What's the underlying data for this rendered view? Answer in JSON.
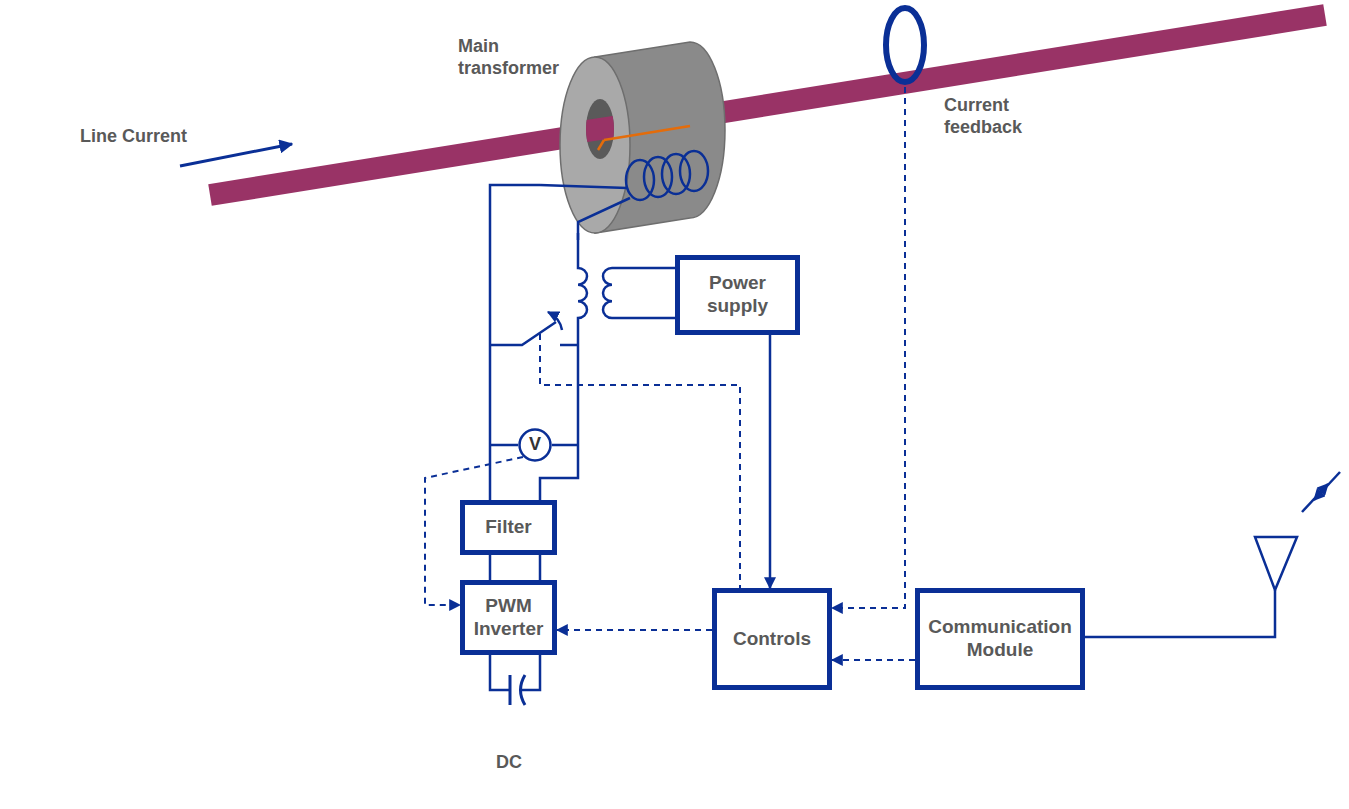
{
  "diagram": {
    "nodes": [
      {
        "text": [
          "Main transformer"
        ]
      },
      {
        "text": [
          "Current feedback"
        ]
      },
      {
        "text": [
          "Power supply"
        ]
      },
      {
        "text": [
          "V"
        ]
      },
      {
        "text": [
          "Filter"
        ]
      },
      {
        "text": [
          "PWM Inverter"
        ]
      },
      {
        "text": [
          "Controls"
        ]
      },
      {
        "text": [
          "Communication Module"
        ]
      }
    ],
    "edges": [
      {
        "from": 0,
        "to": 4,
        "arrow": "none"
      },
      {
        "from": 1,
        "to": 6,
        "arrow": "to"
      },
      {
        "from": 2,
        "to": 6,
        "arrow": "to"
      },
      {
        "from": 3,
        "to": 5,
        "arrow": "to"
      },
      {
        "from": 4,
        "to": 5,
        "arrow": "none"
      },
      {
        "from": 6,
        "to": 5,
        "arrow": "to"
      },
      {
        "from": 7,
        "to": 6,
        "arrow": "to"
      }
    ],
    "labels": [
      "Line Current",
      "DC"
    ]
  }
}
